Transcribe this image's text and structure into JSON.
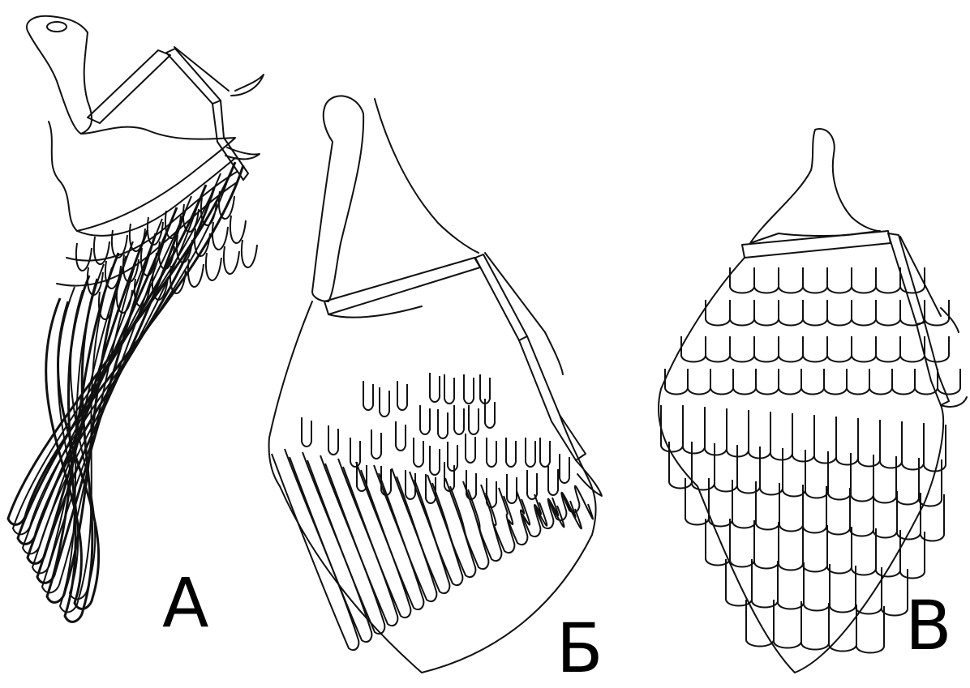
{
  "panels": [
    {
      "label": "А",
      "wing": "long-pointed"
    },
    {
      "label": "Б",
      "wing": "broad-slotted"
    },
    {
      "label": "В",
      "wing": "short-rounded"
    }
  ],
  "colors": {
    "stroke": "#111111",
    "fill": "#ffffff"
  }
}
